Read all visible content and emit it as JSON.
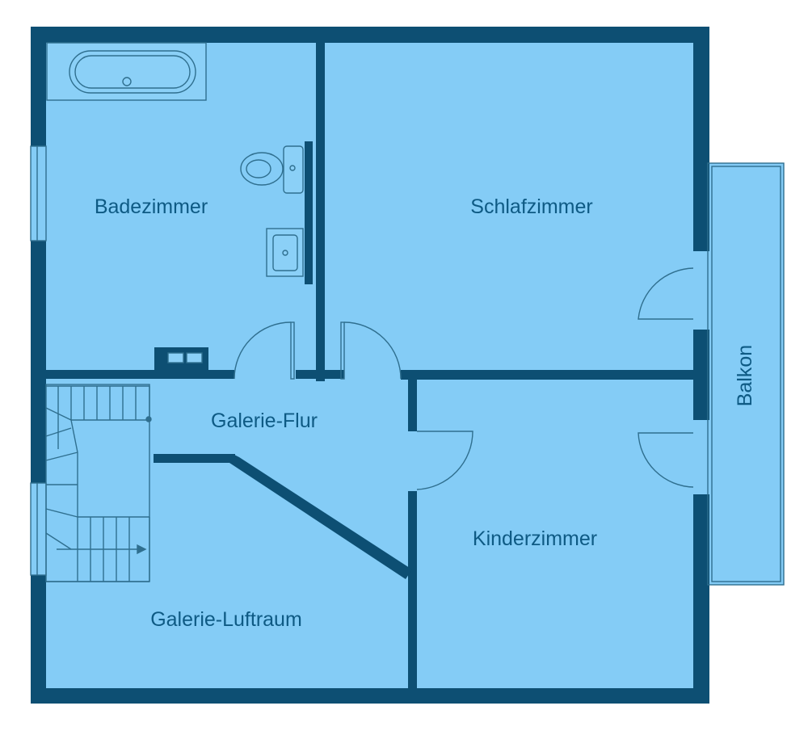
{
  "colors": {
    "floor": "#84ccf6",
    "wall": "#0d4f73",
    "fixture_fill": "#8bd0f7",
    "fixture_line": "#2f6f8f",
    "label": "#0e5a84",
    "background": "#ffffff"
  },
  "rooms": {
    "bathroom": {
      "label": "Badezimmer"
    },
    "bedroom": {
      "label": "Schlafzimmer"
    },
    "hallway": {
      "label": "Galerie-Flur"
    },
    "kids_room": {
      "label": "Kinderzimmer"
    },
    "gallery_void": {
      "label": "Galerie-Luftraum"
    },
    "balcony": {
      "label": "Balkon"
    }
  },
  "icons": [
    "bathtub-icon",
    "toilet-icon",
    "sink-icon",
    "cabinet-icon",
    "staircase-icon",
    "door-swing-icon",
    "window-icon"
  ]
}
